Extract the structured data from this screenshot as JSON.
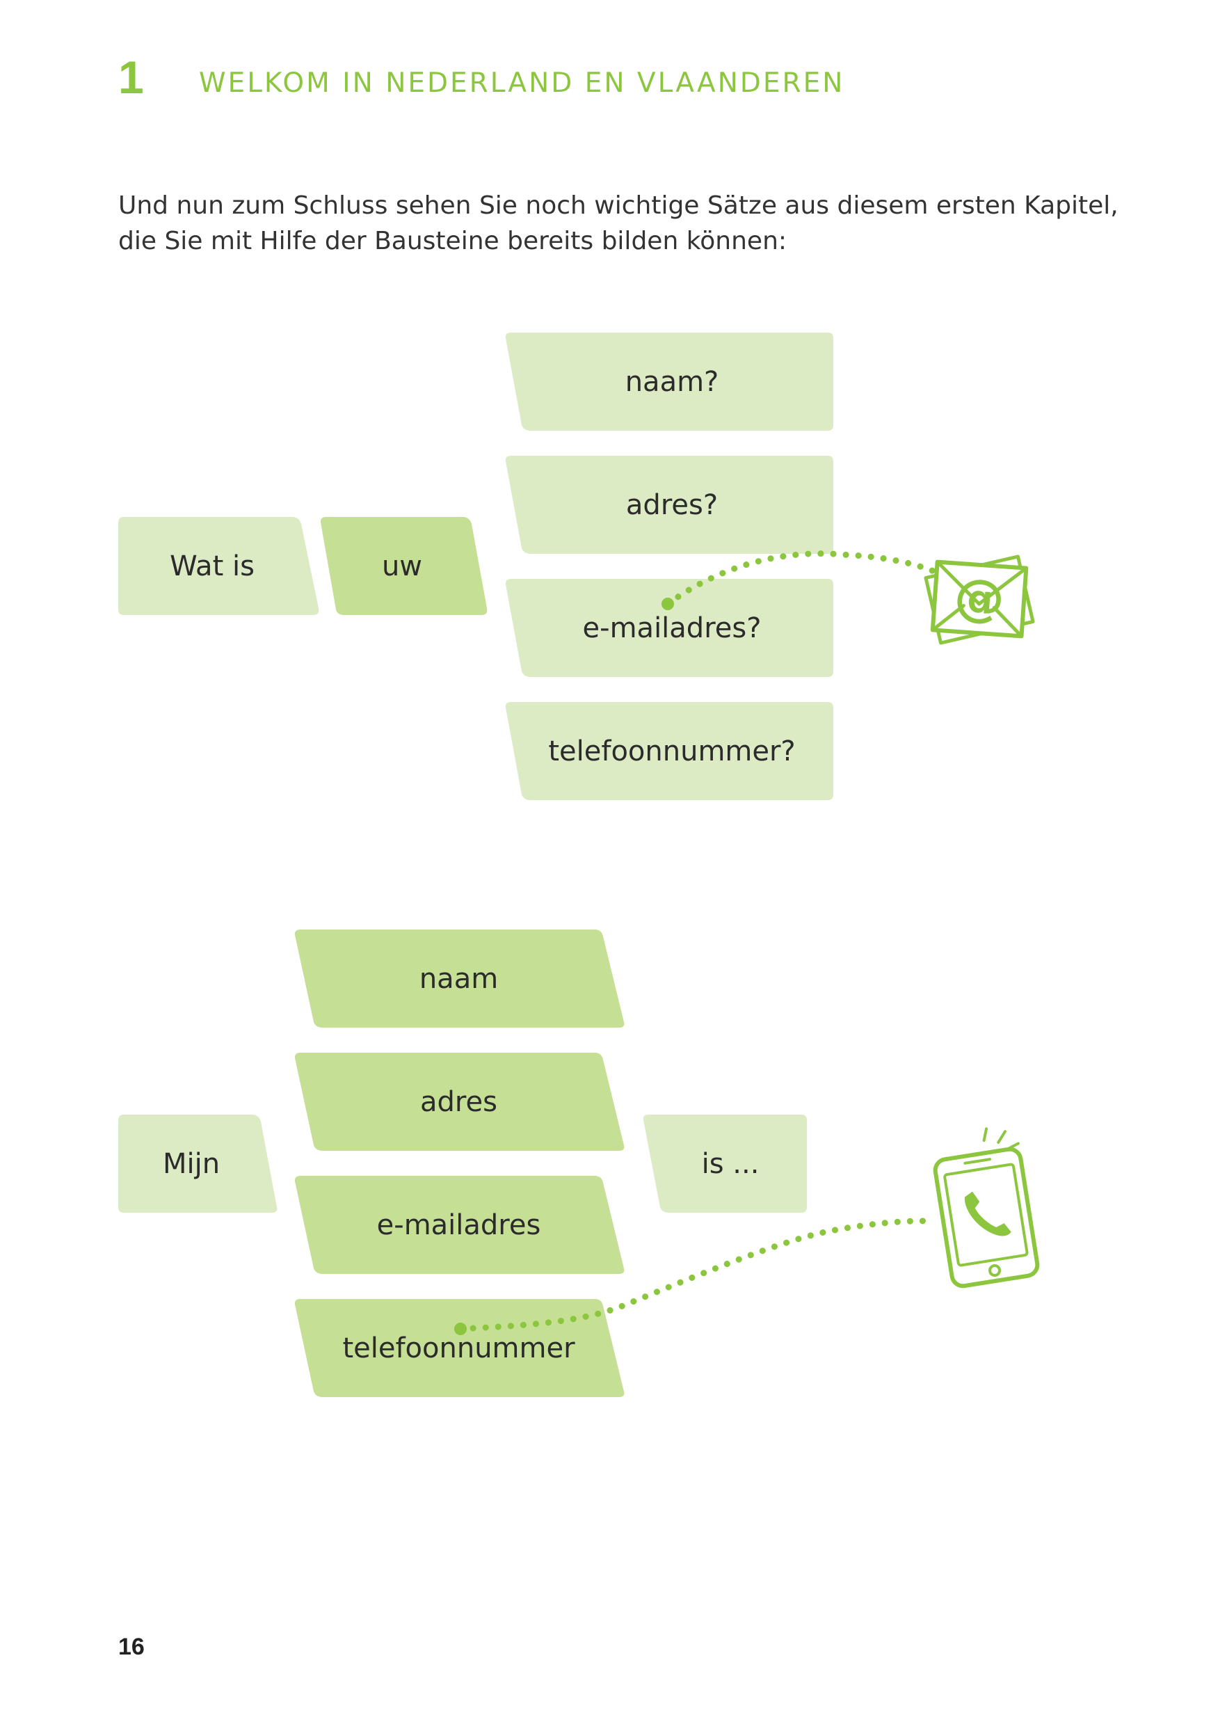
{
  "header": {
    "chapter_number": "1",
    "chapter_title": "WELKOM IN NEDERLAND EN VLAANDEREN"
  },
  "intro_text": "Und nun zum Schluss sehen Sie noch wichtige Sätze aus diesem ersten Kapitel, die Sie mit Hilfe der Bausteine bereits bilden können:",
  "diagram_1": {
    "start_block": "Wat is",
    "middle_block": "uw",
    "options": [
      "naam?",
      "adres?",
      "e-mailadres?",
      "telefoonnummer?"
    ],
    "icon": "email-envelope-icon"
  },
  "diagram_2": {
    "start_block": "Mijn",
    "options": [
      "naam",
      "adres",
      "e-mailadres",
      "telefoonnummer"
    ],
    "end_block": "is ...",
    "icon": "smartphone-call-icon"
  },
  "footer": {
    "page_number": "16"
  },
  "colors": {
    "accent": "#8cc63f",
    "block_light": "#dcebc4",
    "block_mid": "#c5df95",
    "text": "#333333"
  }
}
